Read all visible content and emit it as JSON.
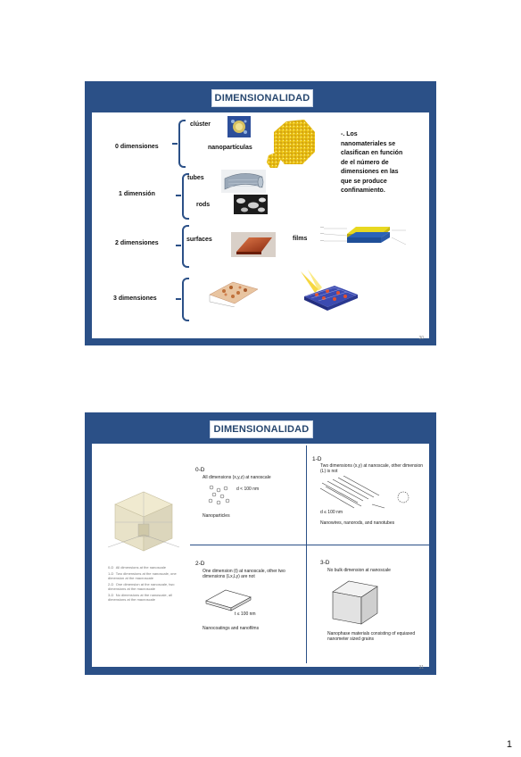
{
  "slide1": {
    "title": "DIMENSIONALIDAD",
    "page_num": "30",
    "rows": [
      {
        "label": "0 dimensiones",
        "items": [
          "clúster",
          "nanopartículas"
        ]
      },
      {
        "label": "1 dimensión",
        "items": [
          "tubes",
          "rods"
        ]
      },
      {
        "label": "2 dimensiones",
        "items": [
          "surfaces",
          "films"
        ]
      },
      {
        "label": "3 dimensiones",
        "items": []
      }
    ],
    "note_lines": [
      "-. Los",
      "nanomateriales se",
      "clasifican en función",
      "de el número de",
      "dimensiones en las",
      "que se produce",
      "confinamiento."
    ]
  },
  "slide2": {
    "title": "DIMENSIONALIDAD",
    "page_num": "31",
    "quadrants": {
      "zero": {
        "title": "0-D",
        "text": "All dimensions (x,y,z) at nanoscale",
        "value": "d < 100 nm",
        "caption": "Nanoparticles"
      },
      "one": {
        "title": "1-D",
        "text": "Two dimensions (x,y) at nanoscale, other dimension (L) is not",
        "value": "d ≤ 100 nm",
        "caption": "Nanowires, nanorods, and nanotubes"
      },
      "two": {
        "title": "2-D",
        "text": "One dimension (t) at nanoscale, other two dimensions (Lx,Ly) are not",
        "value": "t ≤ 100 nm",
        "caption": "Nanocoatings and nanofilms"
      },
      "three": {
        "title": "3-D",
        "text": "No bulk dimension at nanoscale",
        "caption": "Nanophase materials consisting of equiaxed nanometer sized grains"
      }
    },
    "legend": [
      {
        "k": "0-D",
        "v": "All dimensions at the nanoscale"
      },
      {
        "k": "1-D",
        "v": "Two dimensions at the nanoscale, one dimension at the macroscale"
      },
      {
        "k": "2-D",
        "v": "One dimension at the nanoscale, two dimensions at the macroscale"
      },
      {
        "k": "3-D",
        "v": "No dimensions at the nanoscale, all dimensions at the macroscale"
      }
    ]
  },
  "page_number": "1",
  "colors": {
    "slide_bg": "#2b5087",
    "accent_gold": "#e8c020",
    "film_blue": "#2a63b8"
  }
}
